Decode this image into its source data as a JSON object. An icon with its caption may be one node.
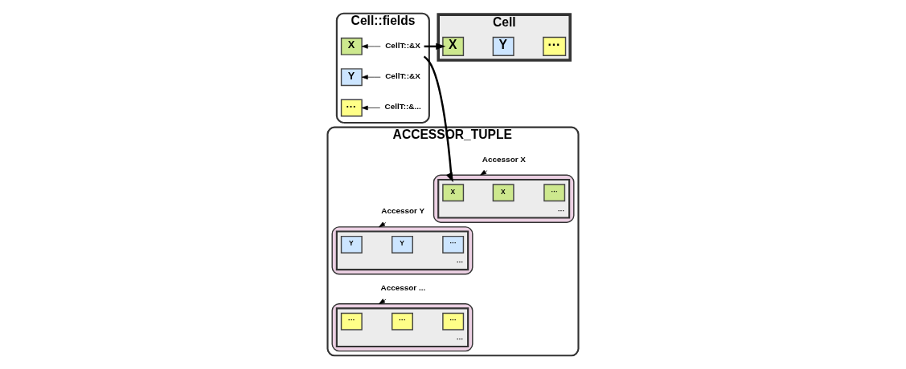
{
  "diagram": {
    "nodes": [
      {
        "text": [
          "Cell::fields"
        ]
      },
      {
        "text": [
          "X"
        ],
        "in": 0
      },
      {
        "text": [
          "Y"
        ],
        "in": 0
      },
      {
        "text": [
          "···"
        ],
        "in": 0
      },
      {
        "text": [
          "CellT::&X"
        ],
        "in": 0
      },
      {
        "text": [
          "CellT::&X"
        ],
        "in": 0
      },
      {
        "text": [
          "CellT::&..."
        ],
        "in": 0
      },
      {
        "text": [
          "Cell"
        ]
      },
      {
        "text": [
          "X"
        ],
        "in": 7
      },
      {
        "text": [
          "Y"
        ],
        "in": 7
      },
      {
        "text": [
          "···"
        ],
        "in": 7
      },
      {
        "text": [
          "ACCESSOR_TUPLE"
        ]
      },
      {
        "text": [],
        "shape": "box",
        "in": 11
      },
      {
        "text": [
          "···"
        ],
        "in": 12
      },
      {
        "text": [
          "X"
        ],
        "in": 13
      },
      {
        "text": [
          "X"
        ],
        "in": 13
      },
      {
        "text": [
          "···"
        ],
        "in": 13
      },
      {
        "text": [
          "Accessor X"
        ],
        "in": 11
      },
      {
        "text": [],
        "shape": "box",
        "in": 11
      },
      {
        "text": [
          "···"
        ],
        "in": 18
      },
      {
        "text": [
          "Y"
        ],
        "in": 19
      },
      {
        "text": [
          "Y"
        ],
        "in": 19
      },
      {
        "text": [
          "···"
        ],
        "in": 19
      },
      {
        "text": [
          "Accessor Y"
        ],
        "in": 11
      },
      {
        "text": [],
        "shape": "box",
        "in": 11
      },
      {
        "text": [
          "···"
        ],
        "in": 24
      },
      {
        "text": [
          "···"
        ],
        "in": 25
      },
      {
        "text": [
          "···"
        ],
        "in": 25
      },
      {
        "text": [
          "···"
        ],
        "in": 25
      },
      {
        "text": [
          "Accessor ..."
        ],
        "in": 11
      }
    ],
    "edges": [
      {
        "from": 4,
        "to": 1,
        "arrow": "to"
      },
      {
        "from": 5,
        "to": 2,
        "arrow": "to"
      },
      {
        "from": 6,
        "to": 3,
        "arrow": "to"
      },
      {
        "from": 4,
        "to": 8,
        "arrow": "to",
        "style": "thick"
      },
      {
        "from": 4,
        "to": 13,
        "arrow": "to",
        "style": "thick"
      },
      {
        "from": 17,
        "to": 12,
        "arrow": "to"
      },
      {
        "from": 23,
        "to": 18,
        "arrow": "to"
      },
      {
        "from": 29,
        "to": 24,
        "arrow": "to"
      }
    ]
  }
}
